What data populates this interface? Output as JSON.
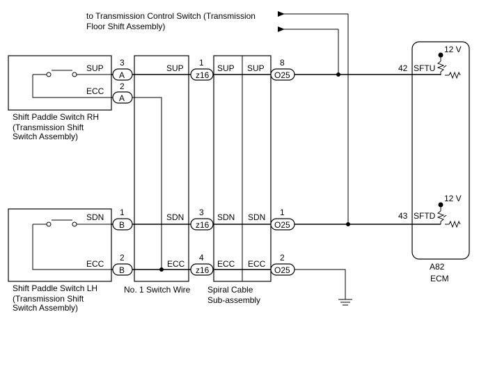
{
  "note": {
    "line1": "to Transmission Control Switch (Transmission",
    "line2": "Floor Shift Assembly)"
  },
  "switch_rh": {
    "name_line1": "Shift Paddle Switch RH",
    "name_line2": "(Transmission Shift",
    "name_line3": "Switch Assembly)",
    "term_sup": "SUP",
    "term_ecc": "ECC",
    "pin_sup": "3",
    "pin_ecc": "2",
    "conn_sup": "A",
    "conn_ecc": "A"
  },
  "switch_lh": {
    "name_line1": "Shift Paddle Switch LH",
    "name_line2": "(Transmission Shift",
    "name_line3": "Switch Assembly)",
    "term_sdn": "SDN",
    "term_ecc": "ECC",
    "pin_sdn": "1",
    "pin_ecc": "2",
    "conn_sdn": "B",
    "conn_ecc": "B"
  },
  "switch_wire": {
    "name": "No. 1 Switch Wire",
    "term_sup": "SUP",
    "term_sdn": "SDN",
    "term_ecc": "ECC"
  },
  "spiral": {
    "name_line1": "Spiral Cable",
    "name_line2": "Sub-assembly",
    "in_pin_sup": "1",
    "in_pin_sdn": "3",
    "in_pin_ecc": "4",
    "in_conn": "z16",
    "term_sup_in": "SUP",
    "term_sup_out": "SUP",
    "term_sdn_in": "SDN",
    "term_sdn_out": "SDN",
    "term_ecc_in": "ECC",
    "term_ecc_out": "ECC",
    "out_pin_sup": "8",
    "out_pin_sdn": "1",
    "out_pin_ecc": "2",
    "out_conn": "O25"
  },
  "ecm": {
    "name_line1": "A82",
    "name_line2": "ECM",
    "pin_sftu": "42",
    "pin_sftd": "43",
    "term_sftu": "SFTU",
    "term_sftd": "SFTD",
    "voltage_u": "12 V",
    "voltage_d": "12 V"
  }
}
